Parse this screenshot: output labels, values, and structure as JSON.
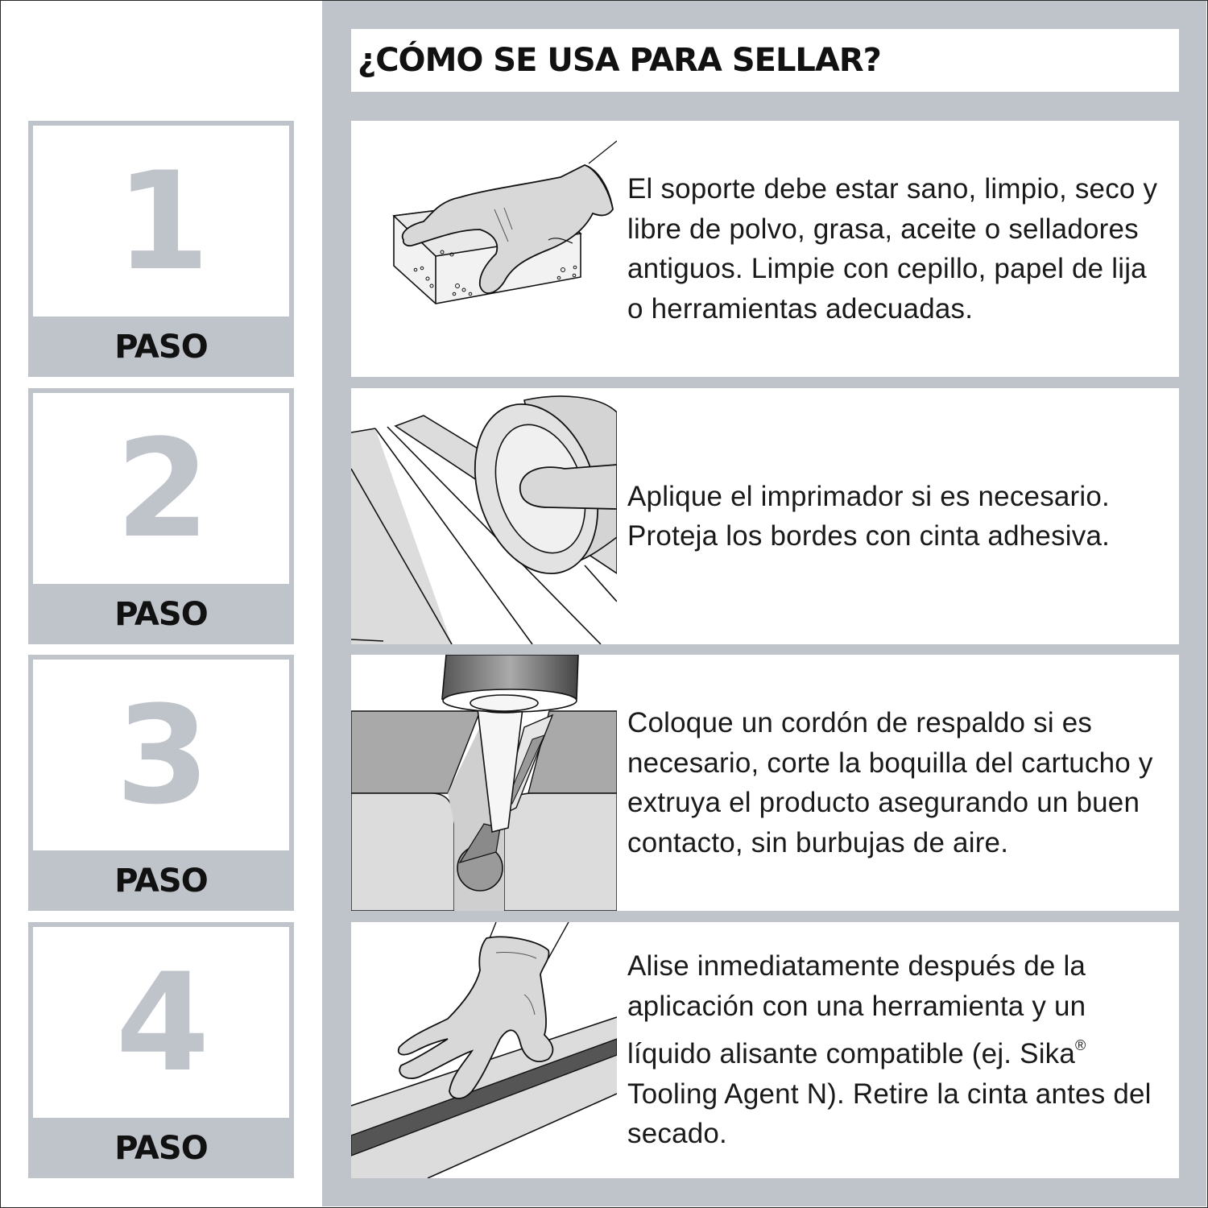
{
  "title": "¿CÓMO SE USA PARA SELLAR?",
  "colors": {
    "panel_gray": "#bfc4cb",
    "text_dark": "#111111",
    "background": "#ffffff"
  },
  "steps": [
    {
      "number": "1",
      "label": "PASO",
      "illustration": "gloved-hand-cleaning-block-icon",
      "text": "El soporte debe estar sano, limpio, seco y libre de polvo, grasa, aceite o selladores antiguos. Limpie con cepillo, papel de lija o herramientas adecuadas."
    },
    {
      "number": "2",
      "label": "PASO",
      "illustration": "masking-tape-roll-icon",
      "text": "Aplique el imprimador si es necesario. Proteja los bordes con cinta adhesiva."
    },
    {
      "number": "3",
      "label": "PASO",
      "illustration": "cartridge-nozzle-joint-icon",
      "text": "Coloque un cordón de respaldo si es necesario, corte la boquilla del cartucho y extruya el producto asegurando un buen contacto, sin burbujas de aire."
    },
    {
      "number": "4",
      "label": "PASO",
      "illustration": "gloved-hand-smoothing-joint-icon",
      "text_main": "Alise inmediatamente después de la aplicación con una herramienta y un líquido alisante compatible (ej. Sika",
      "text_reg": "®",
      "text_end": " Tooling Agent N). Retire la cinta antes del secado."
    }
  ]
}
